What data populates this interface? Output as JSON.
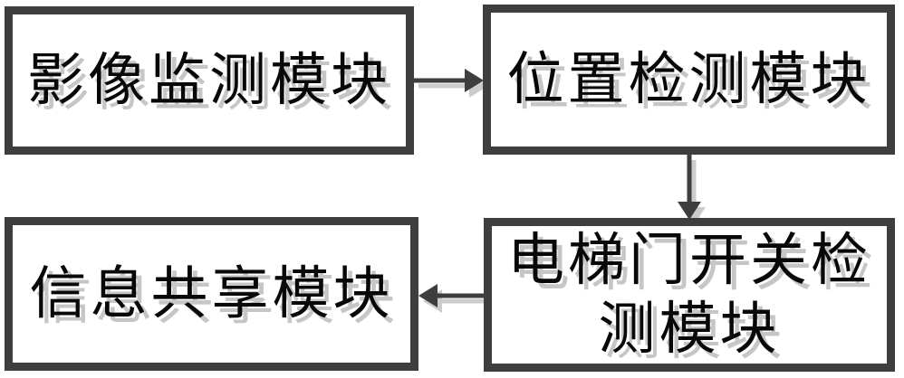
{
  "diagram": {
    "colors": {
      "background": "#ffffff",
      "node_border": "#3e3e3e",
      "shadow": "#c8c8c8",
      "text": "#080808"
    },
    "nodes": [
      {
        "id": "image-monitoring-module",
        "lines": [
          "影像监测模块"
        ]
      },
      {
        "id": "position-detection-module",
        "lines": [
          "位置检测模块"
        ]
      },
      {
        "id": "elevator-door-switch-detection-module",
        "lines": [
          "电梯门开关检",
          "测模块"
        ]
      },
      {
        "id": "information-sharing-module",
        "lines": [
          "信息共享模块"
        ]
      }
    ],
    "connections": [
      {
        "from": "image-monitoring-module",
        "to": "position-detection-module",
        "direction": "right"
      },
      {
        "from": "position-detection-module",
        "to": "elevator-door-switch-detection-module",
        "direction": "down"
      },
      {
        "from": "elevator-door-switch-detection-module",
        "to": "information-sharing-module",
        "direction": "left"
      }
    ]
  }
}
